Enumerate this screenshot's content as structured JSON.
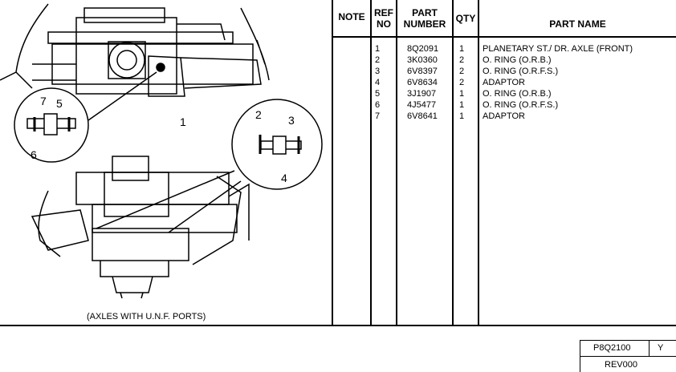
{
  "illustration": {
    "caption": "(AXLES WITH U.N.F. PORTS)",
    "callouts": {
      "c1": "1",
      "c2": "2",
      "c3": "3",
      "c4": "4",
      "c5": "5",
      "c6": "6",
      "c7": "7"
    }
  },
  "table": {
    "headers": {
      "note": "NOTE",
      "ref_no_1": "REF",
      "ref_no_2": "NO",
      "part_number_1": "PART",
      "part_number_2": "NUMBER",
      "qty": "QTY",
      "part_name": "PART NAME"
    },
    "rows": [
      {
        "ref": "1",
        "part": "8Q2091",
        "qty": "1",
        "name": "PLANETARY ST./ DR. AXLE (FRONT)"
      },
      {
        "ref": "2",
        "part": "3K0360",
        "qty": "2",
        "name": "O. RING (O.R.B.)"
      },
      {
        "ref": "3",
        "part": "6V8397",
        "qty": "2",
        "name": "O. RING (O.R.F.S.)"
      },
      {
        "ref": "4",
        "part": "6V8634",
        "qty": "2",
        "name": "ADAPTOR"
      },
      {
        "ref": "5",
        "part": "3J1907",
        "qty": "1",
        "name": "O. RING (O.R.B.)"
      },
      {
        "ref": "6",
        "part": "4J5477",
        "qty": "1",
        "name": "O. RING (O.R.F.S.)"
      },
      {
        "ref": "7",
        "part": "6V8641",
        "qty": "1",
        "name": "ADAPTOR"
      }
    ]
  },
  "footer": {
    "code": "P8Q2100",
    "suffix": "Y",
    "revision": "REV000"
  }
}
